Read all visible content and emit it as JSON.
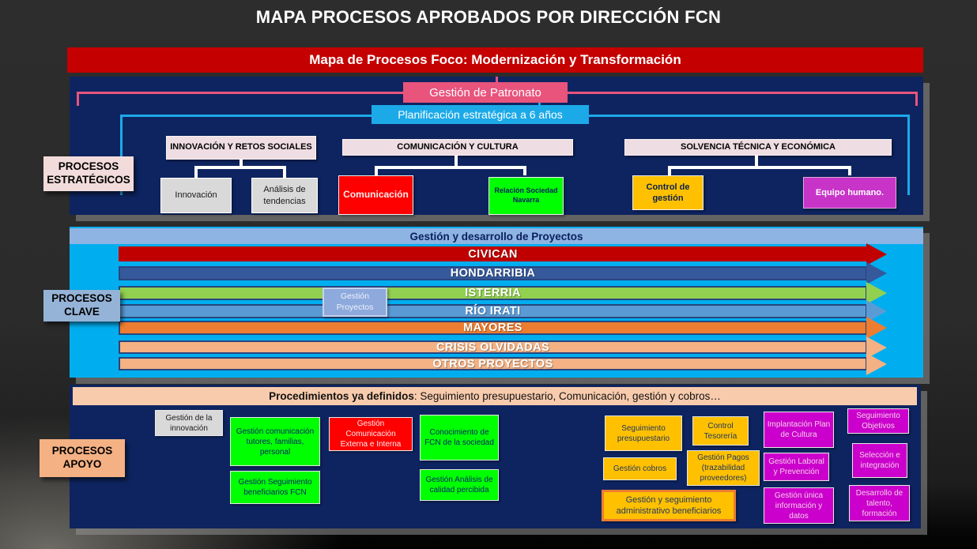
{
  "title": "MAPA PROCESOS APROBADOS POR DIRECCIÓN FCN",
  "banner": {
    "label": "Mapa de Procesos Foco:  Modernización y Transformación",
    "color": "#c40000"
  },
  "palette": {
    "navy_panel": "#0e2460",
    "cyan_panel": "#00aeef",
    "clave_header_bar": "#8eb4e3",
    "peach_header": "#f8cbad",
    "green": "#00ff00",
    "red": "#ff0000",
    "yellow": "#ffc000",
    "magenta": "#cc00cc",
    "magenta_light": "#c734c7",
    "gray": "#d9d9d9",
    "pink_tag": "#e8547c",
    "cyan_tag": "#1ca9e8",
    "apoyo_label": "#f4b183",
    "estrategicos_label": "#f2dcdb",
    "clave_label": "#95b3d7"
  },
  "estrategicos": {
    "side_label": "PROCESOS ESTRATÉGICOS",
    "patronato_label": "Gestión de Patronato",
    "planificacion_label": "Planificación estratégica a 6 años",
    "groups": [
      {
        "header": "INNOVACIÓN Y RETOS SOCIALES",
        "children": [
          {
            "label": "Innovación"
          },
          {
            "label": "Análisis de tendencias"
          }
        ]
      },
      {
        "header": "COMUNICACIÓN Y CULTURA",
        "children": [
          {
            "label": "Comunicación"
          },
          {
            "label": "Relación  Sociedad Navarra"
          }
        ]
      },
      {
        "header": "SOLVENCIA TÉCNICA Y ECONÓMICA",
        "children": [
          {
            "label": "Control de gestión"
          },
          {
            "label": "Equipo humano."
          }
        ]
      }
    ]
  },
  "clave": {
    "side_label": "PROCESOS CLAVE",
    "header": "Gestión y desarrollo de Proyectos",
    "overlay_label": "Gestión Proyectos",
    "arrows": [
      {
        "label": "CIVICAN",
        "color": "#c00000",
        "border": "#c00000"
      },
      {
        "label": "HONDARRIBIA",
        "color": "#35599b",
        "border": "#28467e"
      },
      {
        "label": "ISTERRIA",
        "color": "#92d050",
        "border": "#28467e"
      },
      {
        "label": "RÍO IRATI",
        "color": "#5b9bd5",
        "border": "#28467e"
      },
      {
        "label": "MAYORES",
        "color": "#ed7d31",
        "border": "#28467e"
      },
      {
        "label": "CRISIS OLVIDADAS",
        "color": "#f4b183",
        "border": "#28467e"
      },
      {
        "label": "OTROS PROYECTOS",
        "color": "#f4b183",
        "border": "#28467e"
      }
    ]
  },
  "apoyo": {
    "side_label": "PROCESOS APOYO",
    "header_bold": "Procedimientos ya definidos",
    "header_rest": ": Seguimiento presupuestario, Comunicación, gestión y cobros…",
    "boxes": [
      {
        "label": "Gestión de la innovación"
      },
      {
        "label": "Gestión comunicación tutores, familias, personal"
      },
      {
        "label": "Gestión Comunicación Externa e Interna"
      },
      {
        "label": "Conocimiento de FCN de la sociedad"
      },
      {
        "label": "Gestión Seguimiento beneficiarios FCN"
      },
      {
        "label": "Gestión  Análisis de calidad percibida"
      },
      {
        "label": "Seguimiento presupuestario"
      },
      {
        "label": "Control Tesorería"
      },
      {
        "label": "Gestión cobros"
      },
      {
        "label": "Gestión Pagos (trazabilidad proveedores)"
      },
      {
        "label": "Gestión y seguimiento administrativo beneficiarios"
      },
      {
        "label": "Implantación Plan de Cultura"
      },
      {
        "label": "Gestión Laboral y Prevención"
      },
      {
        "label": "Gestión única información y datos"
      },
      {
        "label": "Seguimiento Objetivos"
      },
      {
        "label": "Selección e integración"
      },
      {
        "label": "Desarrollo de talento, formación"
      }
    ]
  }
}
